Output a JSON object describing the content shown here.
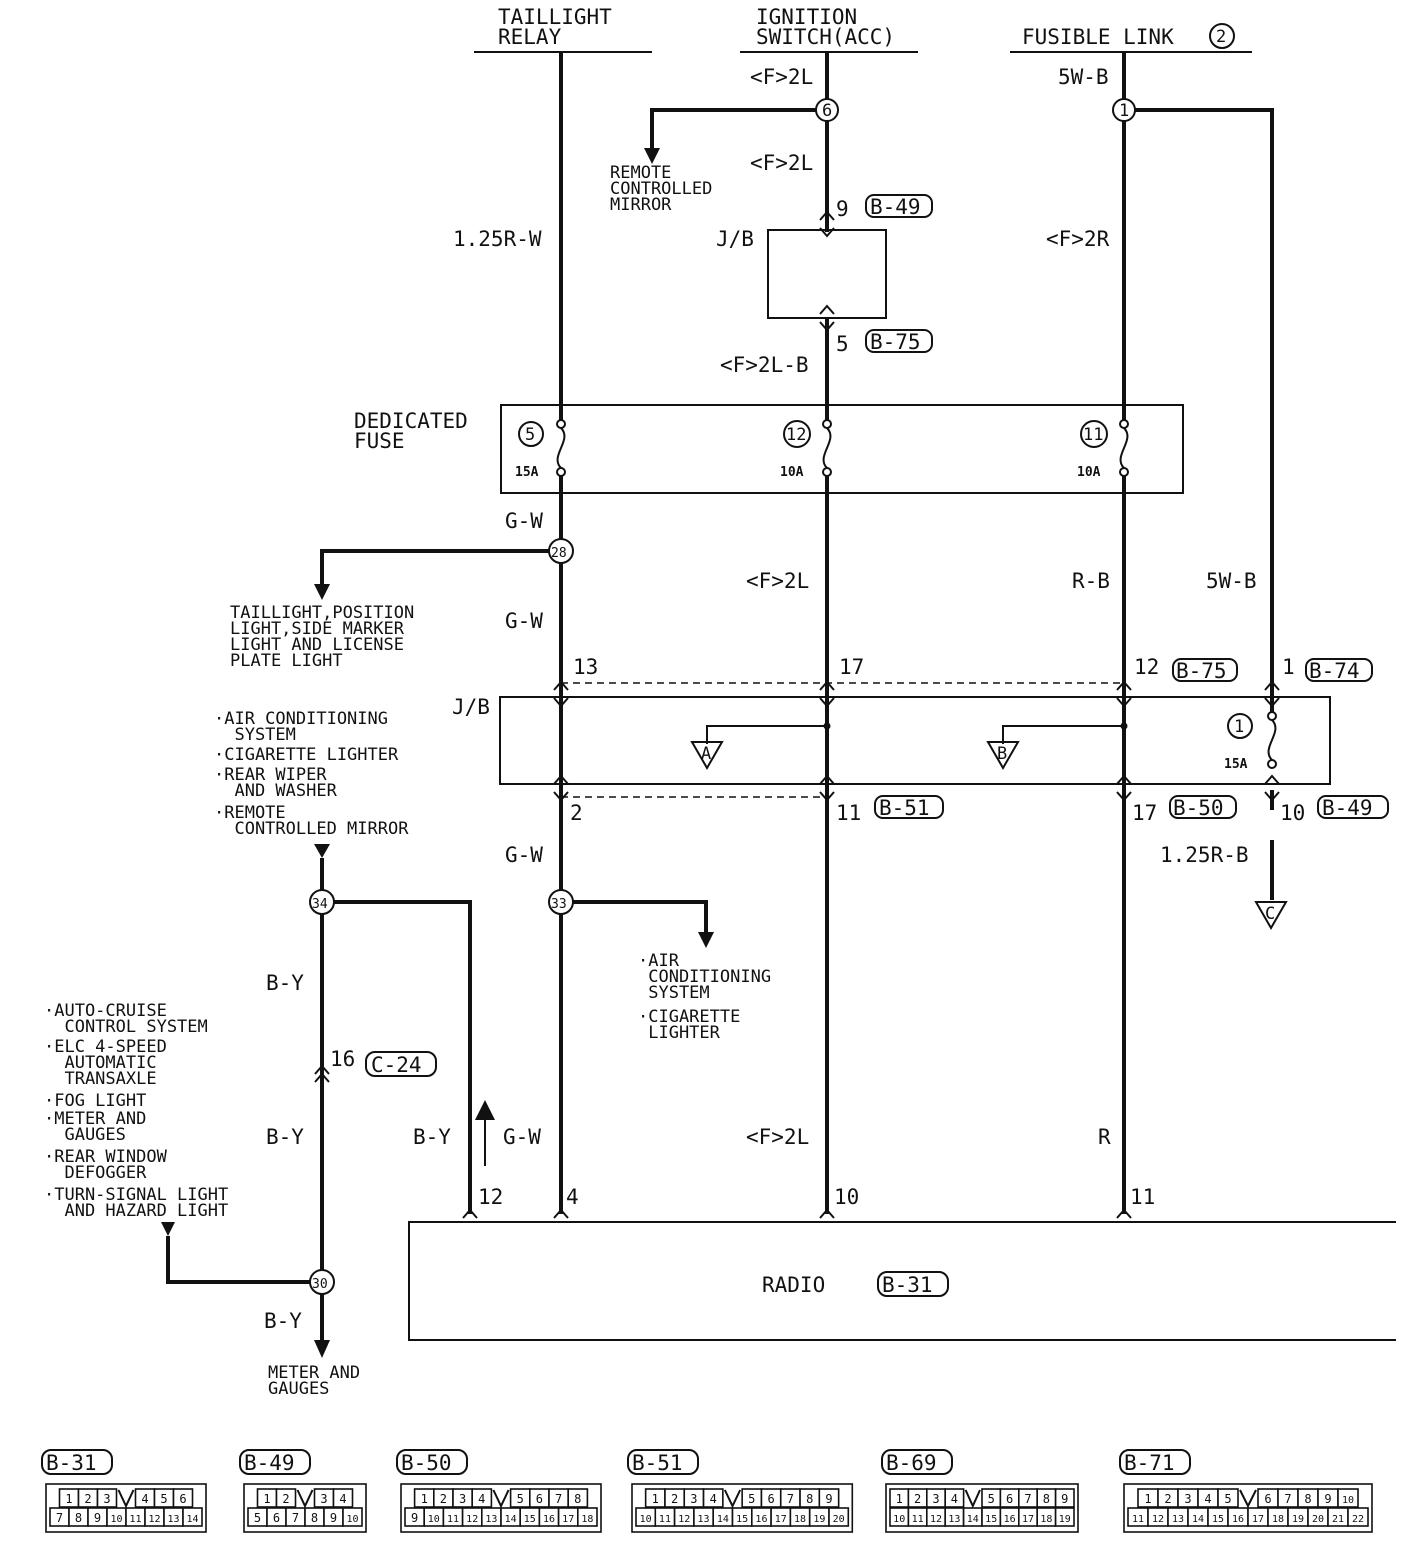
{
  "sources": {
    "taillight_relay": [
      "TAILLIGHT",
      "RELAY"
    ],
    "ignition_switch": [
      "IGNITION",
      "SWITCH(ACC)"
    ],
    "fusible_link": "FUSIBLE LINK",
    "fusible_link_num": "2"
  },
  "wires": {
    "w_125rw": "1.25R-W",
    "w_f2l_top": "<F>2L",
    "w_f2l_mid": "<F>2L",
    "w_f2lb": "<F>2L-B",
    "w_5wb_top": "5W-B",
    "w_f2r": "<F>2R",
    "w_gw_1": "G-W",
    "w_gw_2": "G-W",
    "w_gw_3": "G-W",
    "w_gw_4": "G-W",
    "w_f2l_low": "<F>2L",
    "w_f2l_bot": "<F>2L",
    "w_rb": "R-B",
    "w_5wb_right": "5W-B",
    "w_125rb": "1.25R-B",
    "w_by_1": "B-Y",
    "w_by_2": "B-Y",
    "w_by_3": "B-Y",
    "w_by_4": "B-Y",
    "w_r": "R"
  },
  "nodes": {
    "n6": "6",
    "n1": "1",
    "n28": "28",
    "n33": "33",
    "n34": "34",
    "n30": "30"
  },
  "junction_block_upper": {
    "label": "J/B",
    "pin_in": "9",
    "conn_in": "B-49",
    "pin_out": "5",
    "conn_out": "B-75"
  },
  "dedicated_fuse": {
    "label": [
      "DEDICATED",
      "FUSE"
    ],
    "fuses": [
      {
        "num": "5",
        "rating": "15A"
      },
      {
        "num": "12",
        "rating": "10A"
      },
      {
        "num": "11",
        "rating": "10A"
      }
    ]
  },
  "junction_block_main": {
    "label": "J/B",
    "top_pins": [
      "13",
      "17",
      "12",
      "1"
    ],
    "top_conn_a": "B-75",
    "top_conn_b": "B-74",
    "bottom_pins": [
      "2",
      "11",
      "17",
      "10"
    ],
    "bottom_conn_a": "B-51",
    "bottom_conn_b": "B-50",
    "bottom_conn_c": "B-49",
    "fuse_num": "1",
    "fuse_rating": "15A",
    "tri_a": "A",
    "tri_b": "B"
  },
  "tri_c": "C",
  "c24_pin": "16",
  "c24_conn": "C-24",
  "notes": {
    "remote_mirror": [
      "REMOTE",
      "CONTROLLED",
      "MIRROR"
    ],
    "taillight": [
      "TAILLIGHT,POSITION",
      "LIGHT,SIDE MARKER",
      "LIGHT AND LICENSE",
      "PLATE LIGHT"
    ],
    "jb_list": [
      "·AIR CONDITIONING",
      "  SYSTEM",
      "·CIGARETTE LIGHTER",
      "·REAR WIPER",
      "  AND WASHER",
      "·REMOTE",
      "  CONTROLLED MIRROR"
    ],
    "ac_cig": [
      "·AIR",
      " CONDITIONING",
      " SYSTEM",
      "·CIGARETTE",
      " LIGHTER"
    ],
    "left_list": [
      "·AUTO-CRUISE",
      "  CONTROL SYSTEM",
      "·ELC 4-SPEED",
      "  AUTOMATIC",
      "  TRANSAXLE",
      "·FOG LIGHT",
      "·METER AND",
      "  GAUGES",
      "·REAR WINDOW",
      "  DEFOGGER",
      "·TURN-SIGNAL LIGHT",
      "  AND HAZARD LIGHT"
    ],
    "meter": [
      "METER AND",
      "GAUGES"
    ]
  },
  "radio": {
    "label": "RADIO",
    "conn": "B-31",
    "pins": [
      "12",
      "4",
      "10",
      "11"
    ]
  },
  "connectors": [
    {
      "name": "B-31",
      "top": [
        "1",
        "2",
        "3",
        "",
        "4",
        "5",
        "6"
      ],
      "bottom": [
        "7",
        "8",
        "9",
        "10",
        "11",
        "12",
        "13",
        "14"
      ]
    },
    {
      "name": "B-49",
      "top": [
        "1",
        "2",
        "",
        "3",
        "4"
      ],
      "bottom": [
        "5",
        "6",
        "7",
        "8",
        "9",
        "10"
      ]
    },
    {
      "name": "B-50",
      "top": [
        "1",
        "2",
        "3",
        "4",
        "",
        "5",
        "6",
        "7",
        "8"
      ],
      "bottom": [
        "9",
        "10",
        "11",
        "12",
        "13",
        "14",
        "15",
        "16",
        "17",
        "18"
      ]
    },
    {
      "name": "B-51",
      "top": [
        "1",
        "2",
        "3",
        "4",
        "",
        "5",
        "6",
        "7",
        "8",
        "9"
      ],
      "bottom": [
        "10",
        "11",
        "12",
        "13",
        "14",
        "15",
        "16",
        "17",
        "18",
        "19",
        "20"
      ]
    },
    {
      "name": "B-69",
      "top": [
        "1",
        "2",
        "3",
        "4",
        "",
        "5",
        "6",
        "7",
        "8",
        "9"
      ],
      "bottom": [
        "10",
        "11",
        "12",
        "13",
        "14",
        "15",
        "16",
        "17",
        "18",
        "19"
      ]
    },
    {
      "name": "B-71",
      "top": [
        "1",
        "2",
        "3",
        "4",
        "5",
        "",
        "6",
        "7",
        "8",
        "9",
        "10"
      ],
      "bottom": [
        "11",
        "12",
        "13",
        "14",
        "15",
        "16",
        "17",
        "18",
        "19",
        "20",
        "21",
        "22"
      ]
    }
  ]
}
